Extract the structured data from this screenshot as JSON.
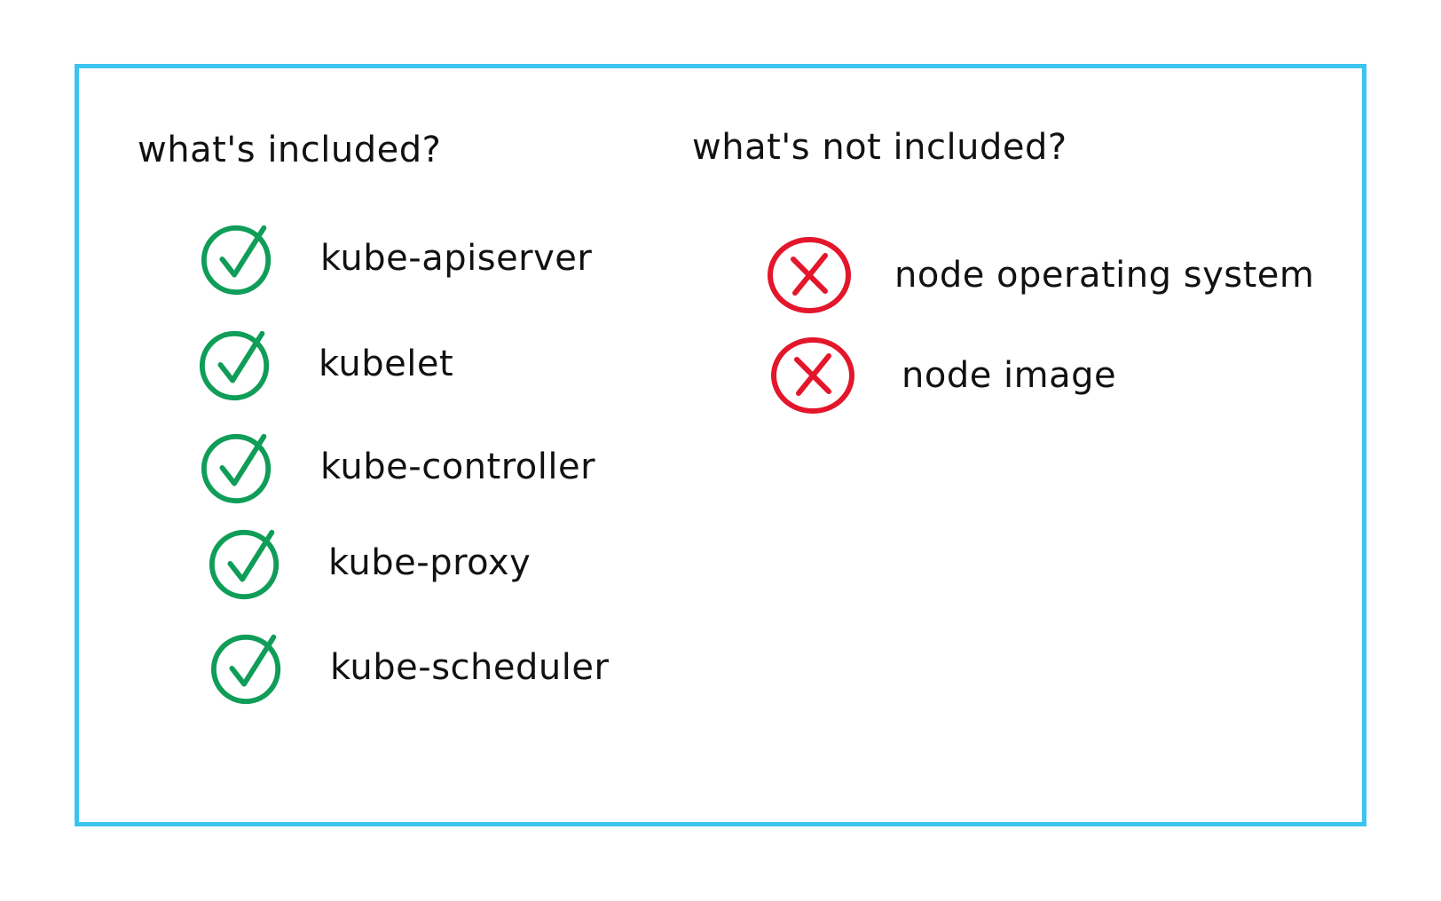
{
  "headings": {
    "included": "what's included?",
    "not_included": "what's not included?"
  },
  "included": [
    {
      "label": "kube-apiserver",
      "icon": "check-circle-icon"
    },
    {
      "label": "kubelet",
      "icon": "check-circle-icon"
    },
    {
      "label": "kube-controller",
      "icon": "check-circle-icon"
    },
    {
      "label": "kube-proxy",
      "icon": "check-circle-icon"
    },
    {
      "label": "kube-scheduler",
      "icon": "check-circle-icon"
    }
  ],
  "not_included": [
    {
      "label": "node operating system",
      "icon": "x-circle-icon"
    },
    {
      "label": "node image",
      "icon": "x-circle-icon"
    }
  ],
  "colors": {
    "frame": "#3cc4f0",
    "check": "#0f9d58",
    "cross": "#e3162b",
    "text": "#111111"
  }
}
